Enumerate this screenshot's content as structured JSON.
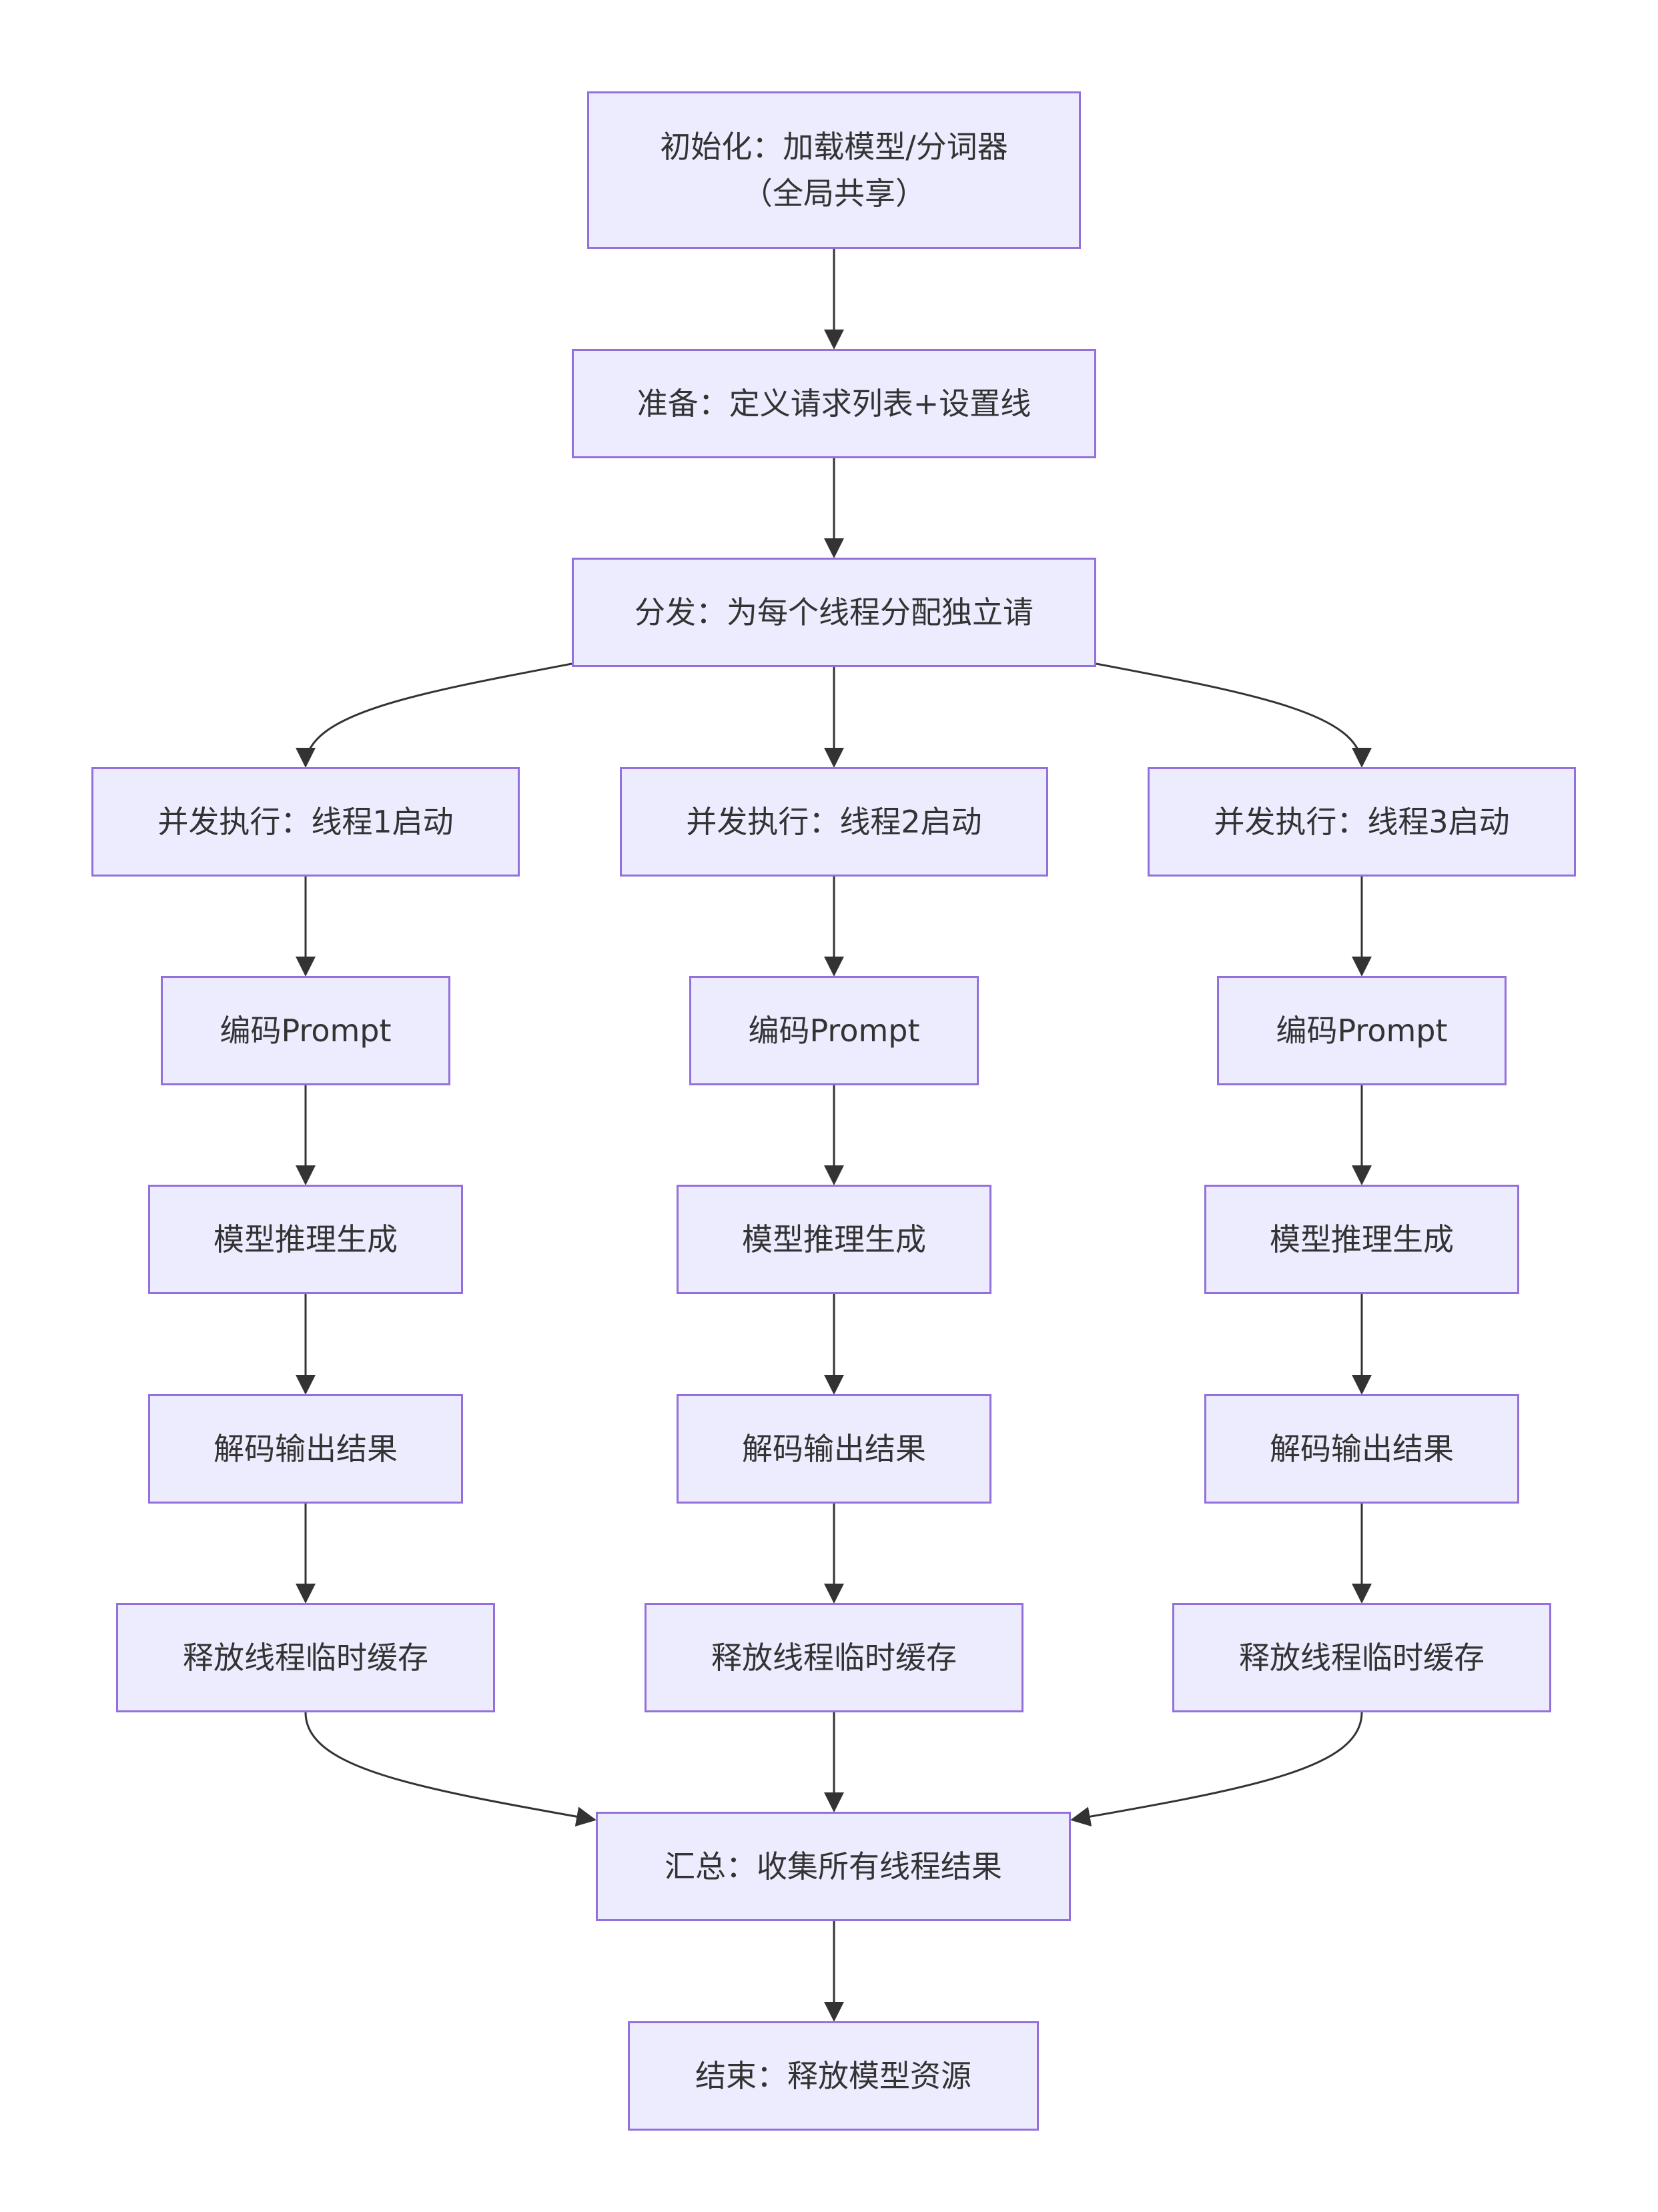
{
  "colors": {
    "node_fill": "#ececfe",
    "node_border": "#9370db",
    "text": "#333333",
    "edge": "#333333"
  },
  "nodes": {
    "init": {
      "line1": "初始化：加载模型/分词器",
      "line2": "（全局共享）"
    },
    "prepare": "准备：定义请求列表+设置线",
    "dispatch": "分发：为每个线程分配独立请",
    "threads": [
      {
        "start": "并发执行：线程1启动",
        "encode": "编码Prompt",
        "infer": "模型推理生成",
        "decode": "解码输出结果",
        "release": "释放线程临时缓存"
      },
      {
        "start": "并发执行：线程2启动",
        "encode": "编码Prompt",
        "infer": "模型推理生成",
        "decode": "解码输出结果",
        "release": "释放线程临时缓存"
      },
      {
        "start": "并发执行：线程3启动",
        "encode": "编码Prompt",
        "infer": "模型推理生成",
        "decode": "解码输出结果",
        "release": "释放线程临时缓存"
      }
    ],
    "collect": "汇总：收集所有线程结果",
    "end": "结束：释放模型资源"
  }
}
